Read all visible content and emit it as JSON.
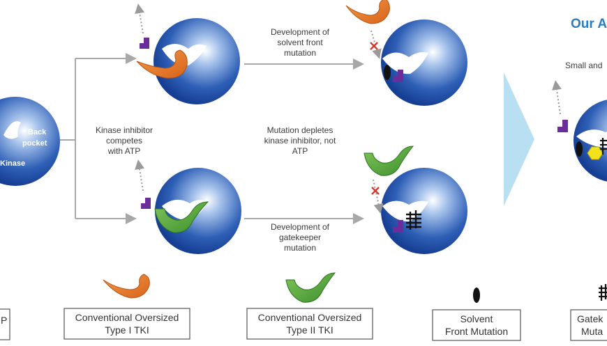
{
  "kinase": {
    "back_pocket_line1": "Back",
    "back_pocket_line2": "pocket",
    "kinase_label": "Kinase"
  },
  "captions": {
    "type1_competes": [
      "Kinase inhibitor",
      "competes",
      "with ATP"
    ],
    "solvent_front_dev": [
      "Development of",
      "solvent front",
      "mutation"
    ],
    "mutation_depletes": [
      "Mutation depletes",
      "kinase inhibitor, not",
      "ATP"
    ],
    "gatekeeper_dev": [
      "Development of",
      "gatekeeper",
      "mutation"
    ]
  },
  "right_panel": {
    "title_fragment": "Our A",
    "subtitle_fragment": "Small and"
  },
  "legend": {
    "left_fragment": "P",
    "type1": [
      "Conventional Oversized",
      "Type I TKI"
    ],
    "type2": [
      "Conventional Oversized",
      "Type II TKI"
    ],
    "solvent": [
      "Solvent",
      "Front Mutation"
    ],
    "gatekeeper_fragment": [
      "Gatek",
      "Muta"
    ]
  },
  "colors": {
    "kinase_blue": "#1f4fa6",
    "type1_orange": "#e8741e",
    "type2_green": "#4fa03a",
    "atp_purple": "#6a2d9a",
    "chevron_light_blue": "#b9dff2",
    "title_blue": "#2a7ec0",
    "x_mark_red": "#d63a2f",
    "next_gen_yellow": "#f3e21a"
  }
}
